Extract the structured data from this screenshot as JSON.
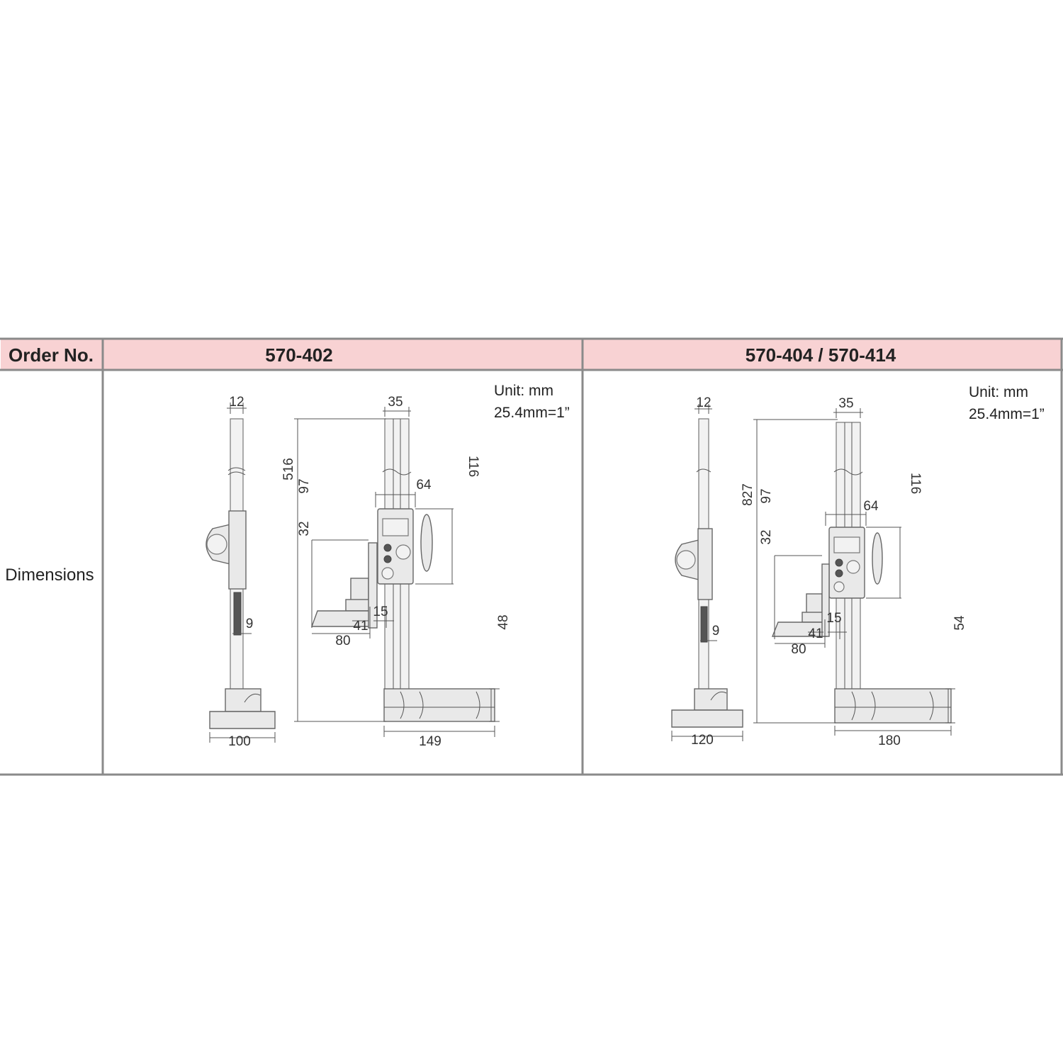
{
  "table": {
    "header": {
      "label": "Order No.",
      "col1": "570-402",
      "col2": "570-404 / 570-414"
    },
    "row": {
      "label": "Dimensions"
    },
    "colors": {
      "header_bg": "#f8d2d3",
      "border": "#8a8a8a",
      "drawing": "#555555"
    }
  },
  "drawings": [
    {
      "model": "570-402",
      "unit_line1": "Unit: mm",
      "unit_line2": "25.4mm=1”",
      "dims": {
        "side_width": "12",
        "side_lower": "9",
        "side_base": "100",
        "front_width": "35",
        "total_height": "516",
        "h97": "97",
        "h32": "32",
        "slider": "64",
        "h116": "116",
        "jaw15": "15",
        "jaw41": "41",
        "jaw80": "80",
        "base_h": "48",
        "base_w": "149"
      }
    },
    {
      "model": "570-404 / 570-414",
      "unit_line1": "Unit: mm",
      "unit_line2": "25.4mm=1”",
      "dims": {
        "side_width": "12",
        "side_lower": "9",
        "side_base": "120",
        "front_width": "35",
        "total_height": "827",
        "h97": "97",
        "h32": "32",
        "slider": "64",
        "h116": "116",
        "jaw15": "15",
        "jaw41": "41",
        "jaw80": "80",
        "base_h": "54",
        "base_w": "180"
      }
    }
  ]
}
